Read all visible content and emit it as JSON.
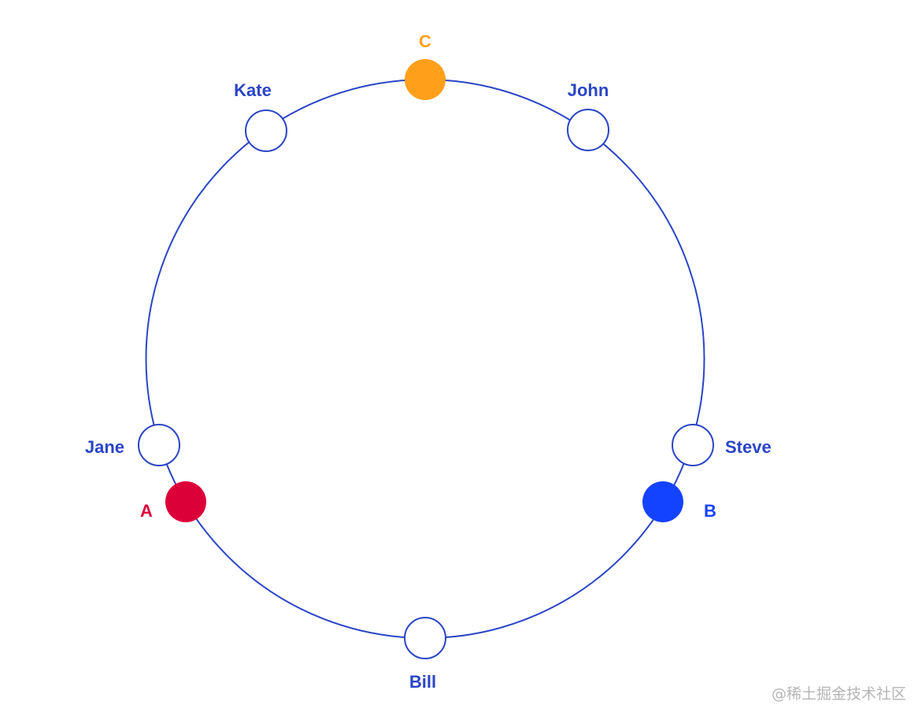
{
  "colors": {
    "ring": "#2a45c6",
    "label": "#2a45c6",
    "a": "#dc0039",
    "b": "#1443ff",
    "c": "#ff9f1a"
  },
  "servers": {
    "kate": "Kate",
    "john": "John",
    "jane": "Jane",
    "steve": "Steve",
    "bill": "Bill"
  },
  "keys": {
    "a": "A",
    "b": "B",
    "c": "C"
  },
  "watermark": "@稀土掘金技术社区"
}
